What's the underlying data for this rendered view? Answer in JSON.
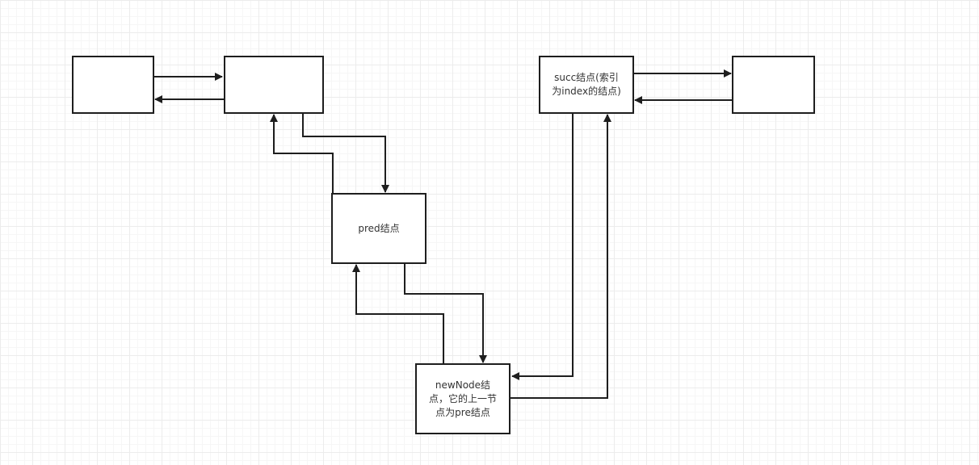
{
  "nodes": {
    "left_a": {
      "label": ""
    },
    "left_b": {
      "label": ""
    },
    "pred": {
      "label": "pred结点"
    },
    "succ": {
      "label": "succ结点(索引\n为index的结点)"
    },
    "right": {
      "label": ""
    },
    "new_node": {
      "label": "newNode结\n点，它的上一节\n点为pre结点"
    }
  },
  "colors": {
    "stroke": "#1e1e1e",
    "grid_major": "#ececec",
    "grid_minor": "#f6f6f6"
  }
}
